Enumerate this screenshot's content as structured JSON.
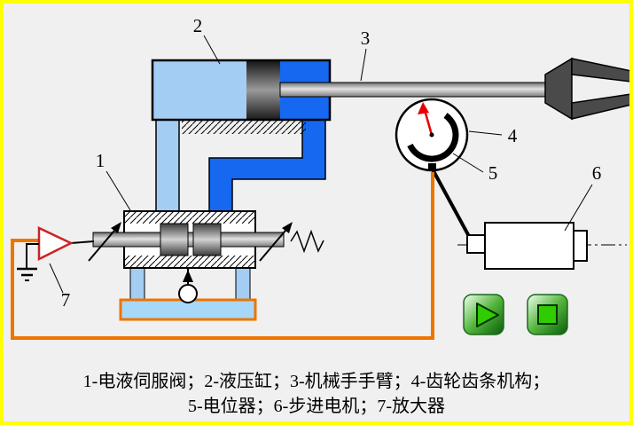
{
  "window": {
    "background": "#f0f0f0"
  },
  "labels": {
    "n1": "1",
    "n2": "2",
    "n3": "3",
    "n4": "4",
    "n5": "5",
    "n6": "6",
    "n7": "7"
  },
  "caption": {
    "line1": "1-电液伺服阀；2-液压缸；3-机械手手臂；4-齿轮齿条机构；",
    "line2": "5-电位器；6-步进电机；7-放大器"
  },
  "icons": {
    "play": "play-icon",
    "stop": "stop-icon"
  },
  "colors": {
    "frame_yellow": "#ffff00",
    "pipe_light_blue": "#a4cdf4",
    "pipe_dark_blue": "#1668f0",
    "tank_fill": "#a8d8f8",
    "wire_orange": "#ee7400",
    "needle_red": "#e80000",
    "amplifier_red": "#cc2222",
    "button_green": "#2ecc00"
  }
}
